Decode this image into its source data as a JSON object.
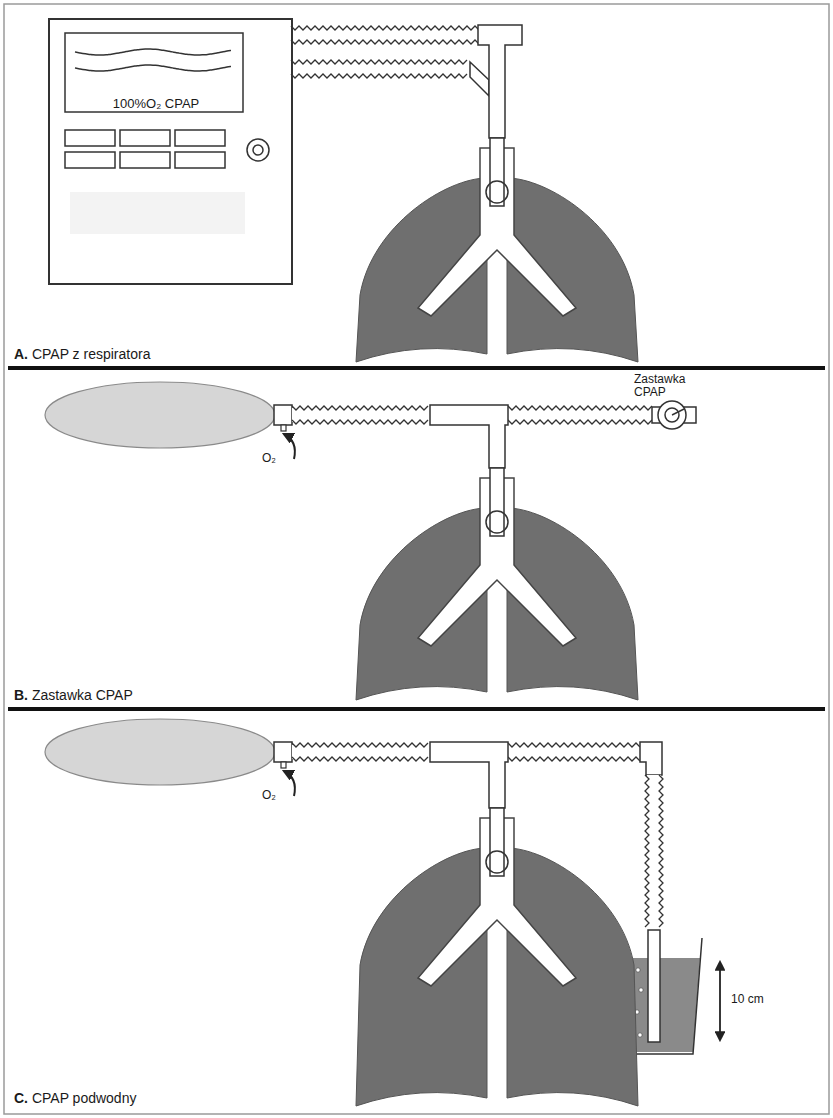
{
  "diagram": {
    "nodes": [
      {
        "text": [
          "A. CPAP z respiratora"
        ]
      },
      {
        "text": [
          "100%O₂ CPAP"
        ],
        "in": 0
      },
      {
        "text": [
          "B. Zastawka CPAP"
        ]
      },
      {
        "text": [
          "C. CPAP podwodny"
        ]
      }
    ],
    "labels": [
      "O₂",
      "Zastawka CPAP",
      "O₂",
      "10 cm"
    ]
  }
}
